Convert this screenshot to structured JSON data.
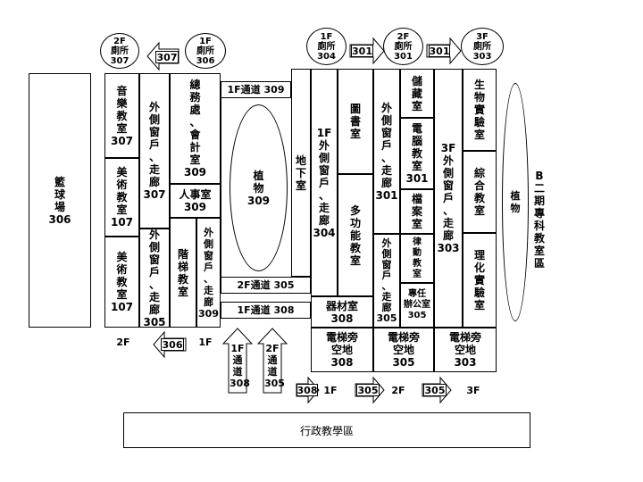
{
  "toilets": {
    "t2f307": "2F\n廁所\n307",
    "t1f306": "1F\n廁所\n306",
    "t1f304": "1F\n廁所\n304",
    "t2f301": "2F\n廁所\n301",
    "t3f303": "3F\n廁所\n303"
  },
  "tags": {
    "a307": "307",
    "a301a": "301",
    "a301b": "301",
    "a306": "306",
    "a308": "308",
    "a305a": "305",
    "a305b": "305"
  },
  "labels": {
    "court": "籃\n球\n場\n306",
    "music": "音\n樂\n教\n室\n307",
    "art1": "美\n術\n教\n室\n107",
    "art2": "美\n術\n教\n室\n107",
    "corr307": "外\n側\n窗\n戶\n、\n走\n廊\n307",
    "corr305a": "外\n側\n窗\n戶\n、\n走\n廊\n305",
    "admin": "總\n務\n處\n、\n會\n計\n室\n309",
    "hr": "人事室\n309",
    "step": "階\n梯\n教\n室",
    "corr309": "外\n側\n窗\n戶\n、\n走\n廊\n309",
    "pass309": "1F通道 309",
    "plant309": "植\n物\n309",
    "basement": "地\n下\n室",
    "pass305": "2F通道 305",
    "pass308": "1F通道 308",
    "corr304": "1F\n外\n側\n窗\n戶\n、\n走\n廊\n304",
    "library": "圖\n書\n室",
    "multi": "多\n功\n能\n教\n室",
    "equip": "器材室\n308",
    "corr301": "外\n側\n窗\n戶\n、\n走\n廊\n301",
    "corr305b": "外\n側\n窗\n戶\n、\n走\n廊\n305",
    "storage": "儲\n藏\n室",
    "computer": "電\n腦\n教\n室\n301",
    "archive": "檔\n案\n室",
    "rhythm": "律\n動\n教\n室",
    "newoffice": "專任\n辦公室\n305",
    "corr303": "3F\n外\n側\n窗\n戶\n、\n走\n廊\n303",
    "bio": "生\n物\n實\n驗\n室",
    "general": "綜\n合\n教\n室",
    "physchem": "理\n化\n實\n驗\n室",
    "plant2": "植\n物",
    "phase2": "B\n二\n期\n專\n科\n教\n室\n區",
    "elev308": "電梯旁\n空地\n308",
    "elev305": "電梯旁\n空地\n305",
    "elev303": "電梯旁\n空地\n303",
    "pass1f308": "1F\n通\n道\n308",
    "pass2f305": "2F\n通\n道\n305",
    "admin_area": "行政教學區",
    "f2a": "2F",
    "f1a": "1F",
    "f1b": "1F",
    "f2b": "2F",
    "f3": "3F"
  }
}
